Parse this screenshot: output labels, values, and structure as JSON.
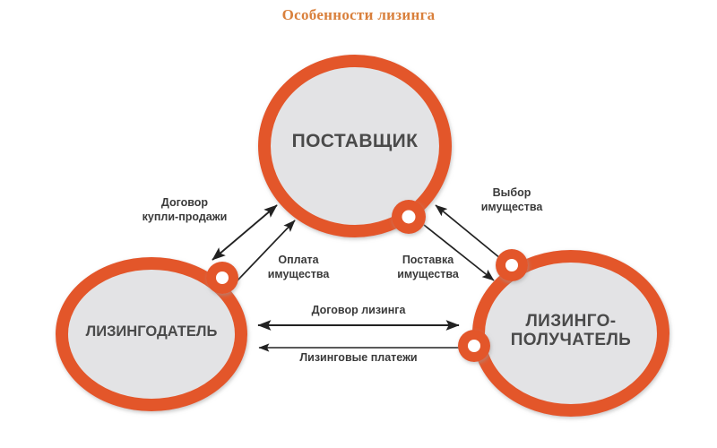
{
  "title": "Особенности лизинга",
  "colors": {
    "accent_orange": "#E3562B",
    "node_fill": "#E3E3E5",
    "node_text": "#4A4A4A",
    "edge_text": "#3A3A3A",
    "title_text": "#D9803C",
    "arrow": "#222222",
    "background": "#FFFFFF"
  },
  "nodes": [
    {
      "id": "supplier",
      "label": "ПОСТАВЩИК"
    },
    {
      "id": "lessor",
      "label": "ЛИЗИНГОДАТЕЛЬ"
    },
    {
      "id": "lessee",
      "label": "ЛИЗИНГО-\nПОЛУЧАТЕЛЬ"
    }
  ],
  "edges": [
    {
      "id": "purchase-agreement",
      "label": "Договор\nкупли-продажи",
      "arrow": "double",
      "from": "lessor",
      "to": "supplier"
    },
    {
      "id": "property-payment",
      "label": "Оплата\nимущества",
      "arrow": "single",
      "from": "lessor",
      "to": "supplier"
    },
    {
      "id": "property-choice",
      "label": "Выбор\nимущества",
      "arrow": "single",
      "from": "lessee",
      "to": "supplier"
    },
    {
      "id": "property-delivery",
      "label": "Поставка\nимущества",
      "arrow": "single",
      "from": "supplier",
      "to": "lessee"
    },
    {
      "id": "leasing-agreement",
      "label": "Договор лизинга",
      "arrow": "double",
      "from": "lessor",
      "to": "lessee"
    },
    {
      "id": "leasing-payments",
      "label": "Лизинговые платежи",
      "arrow": "single",
      "from": "lessee",
      "to": "lessor"
    }
  ]
}
